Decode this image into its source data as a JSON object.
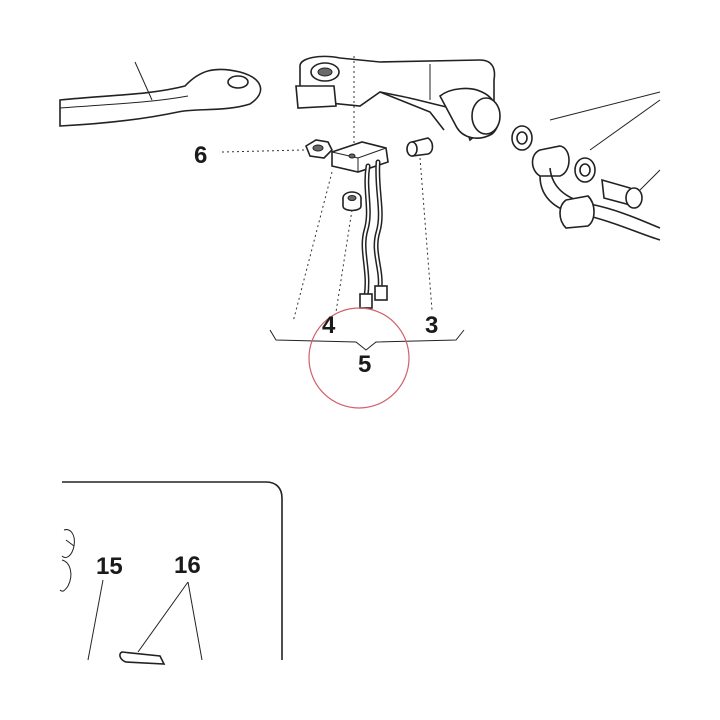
{
  "callouts": {
    "c3": "3",
    "c4": "4",
    "c5": "5",
    "c6": "6",
    "c15": "15",
    "c16": "16"
  },
  "colors": {
    "highlight_circle": "#d0606a",
    "line": "#222222"
  }
}
